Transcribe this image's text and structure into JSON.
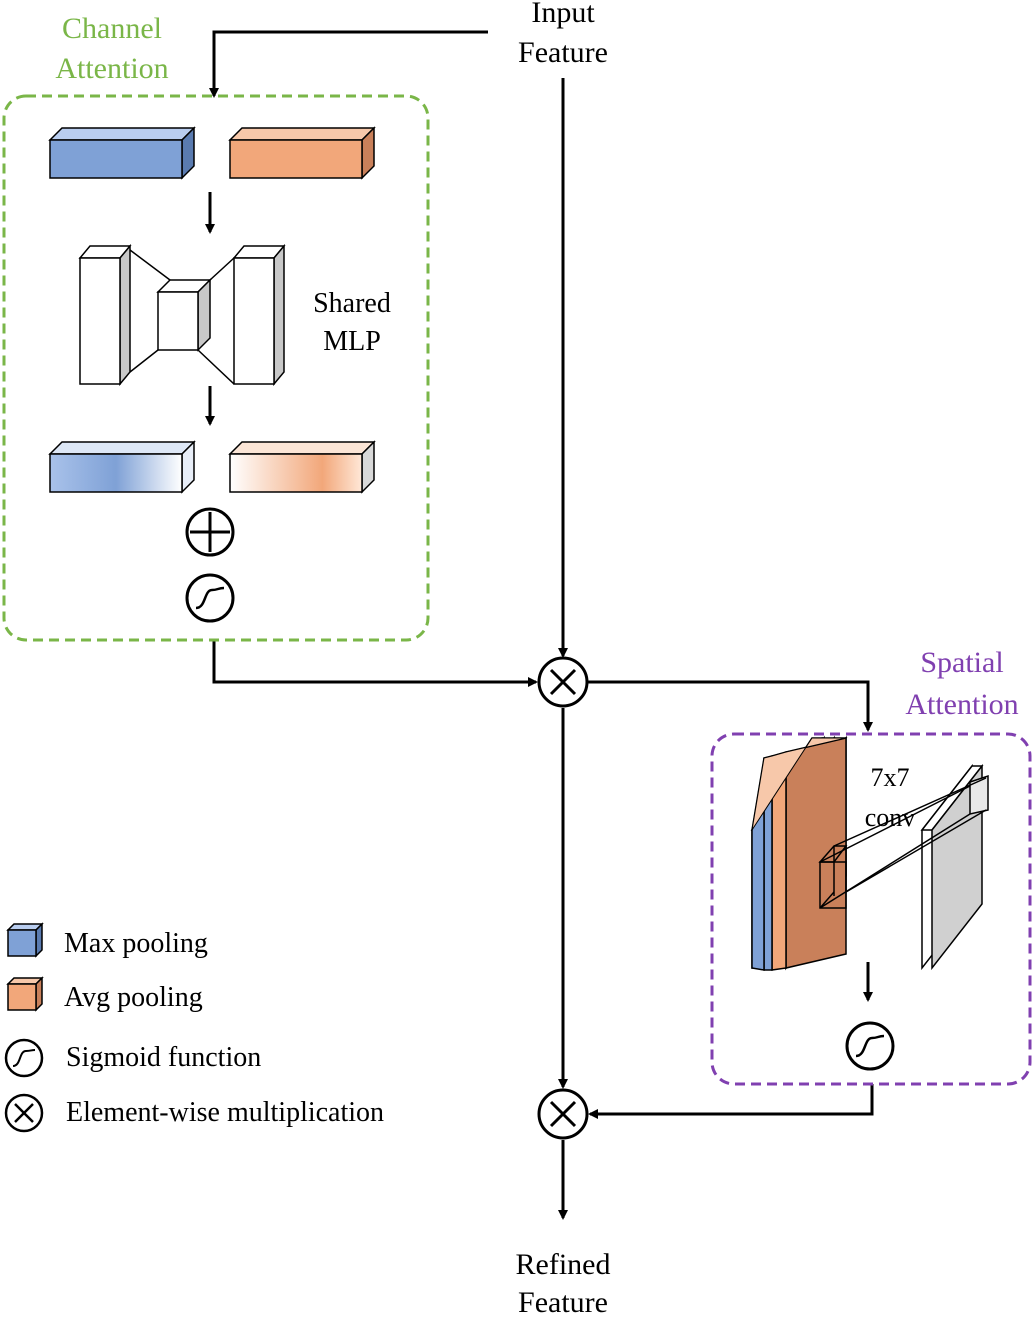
{
  "labels": {
    "input_line1": "Input",
    "input_line2": "Feature",
    "channel_line1": "Channel",
    "channel_line2": "Attention",
    "shared_line1": "Shared",
    "shared_line2": "MLP",
    "spatial_line1": "Spatial",
    "spatial_line2": "Attention",
    "conv_line1": "7x7",
    "conv_line2": "conv",
    "refined_line1": "Refined",
    "refined_line2": "Feature"
  },
  "legend": [
    {
      "label": "Max pooling",
      "icon": "max-pooling-cube"
    },
    {
      "label": "Avg pooling",
      "icon": "avg-pooling-cube"
    },
    {
      "label": "Sigmoid function",
      "icon": "sigmoid-icon"
    },
    {
      "label": "Element-wise multiplication",
      "icon": "multiply-icon"
    }
  ],
  "colors": {
    "channel_attention": "#7ab648",
    "spatial_attention": "#8040b0",
    "max_pooling": "#7fa1d6",
    "avg_pooling": "#f2a77a",
    "avg_pooling_dark": "#c9805a",
    "line": "#000000"
  }
}
